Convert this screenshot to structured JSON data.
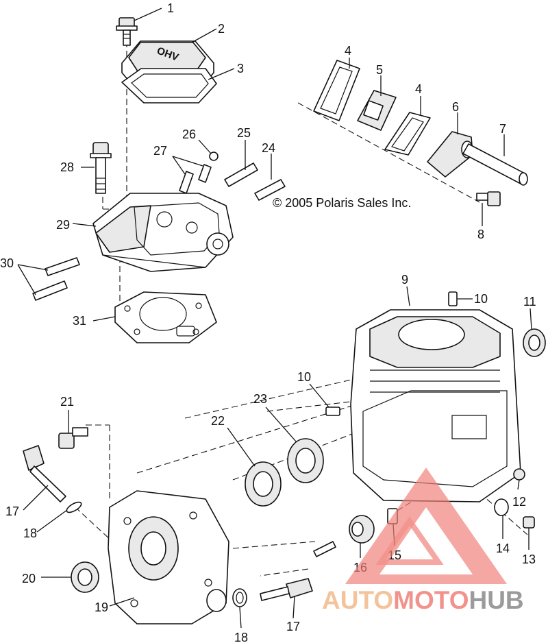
{
  "diagram": {
    "copyright": "© 2005 Polaris Sales Inc.",
    "cover_marking": "OHV",
    "callouts": [
      "1",
      "2",
      "3",
      "4",
      "5",
      "4",
      "6",
      "7",
      "8",
      "26",
      "27",
      "25",
      "24",
      "28",
      "29",
      "30",
      "9",
      "10",
      "11",
      "31",
      "10",
      "21",
      "22",
      "23",
      "17",
      "18",
      "12",
      "14",
      "13",
      "20",
      "15",
      "16",
      "19",
      "18",
      "17"
    ]
  },
  "watermark": {
    "part1": "AUTO",
    "part2": "MOTO",
    "part3": "HUB",
    "colors": {
      "auto": "#f2b98a",
      "moto": "#f08078",
      "hub": "#8a8a8a",
      "triangle": "#f08078"
    }
  }
}
